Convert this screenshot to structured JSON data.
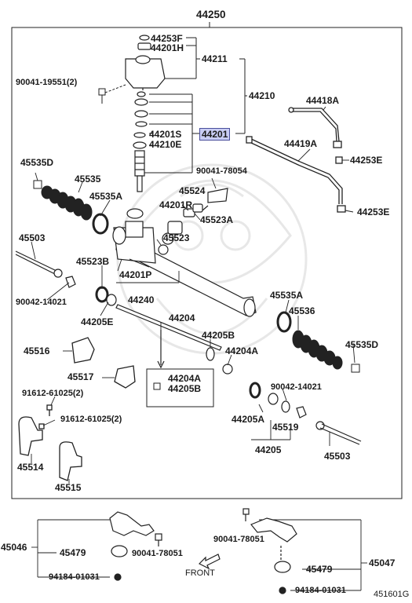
{
  "labels": {
    "l44250": "44250",
    "l44253F": "44253F",
    "l44201H": "44201H",
    "l44211": "44211",
    "l90041_19551": "90041-19551(2)",
    "l44210": "44210",
    "l44418A": "44418A",
    "l44201S": "44201S",
    "l44201": "44201",
    "l44210E": "44210E",
    "l44419A": "44419A",
    "l44253E": "44253E",
    "l45535D_l": "45535D",
    "l90041_78054": "90041-78054",
    "l45535": "45535",
    "l45524": "45524",
    "l45535A_l": "45535A",
    "l44201R": "44201R",
    "l44253E_b": "44253E",
    "l45523A": "45523A",
    "l45503_l": "45503",
    "l45523": "45523",
    "l45523B": "45523B",
    "l44201P": "44201P",
    "l90042_14021_l": "90042-14021",
    "l44240": "44240",
    "l45535A_r": "45535A",
    "l45536": "45536",
    "l44204": "44204",
    "l44205E": "44205E",
    "l44205B": "44205B",
    "l44204A": "44204A",
    "l45516": "45516",
    "l45535D_r": "45535D",
    "l44204A_inset": "44204A",
    "l44205B_inset": "44205B",
    "l45517": "45517",
    "l91612_a": "91612-61025(2)",
    "l90042_14021_r": "90042-14021",
    "l91612_b": "91612-61025(2)",
    "l44205A": "44205A",
    "l45519": "45519",
    "l44205": "44205",
    "l45514": "45514",
    "l45503_r": "45503",
    "l45515": "45515",
    "l45046": "45046",
    "l45479_l": "45479",
    "l90041_78051_l": "90041-78051",
    "l90041_78051_r": "90041-78051",
    "l45047": "45047",
    "l45479_r": "45479",
    "l94184_l": "94184-01031",
    "l94184_r": "94184-01031",
    "l_front": "FRONT",
    "l_figcode": "451601G"
  },
  "highlight_color": "#c9cdf4"
}
